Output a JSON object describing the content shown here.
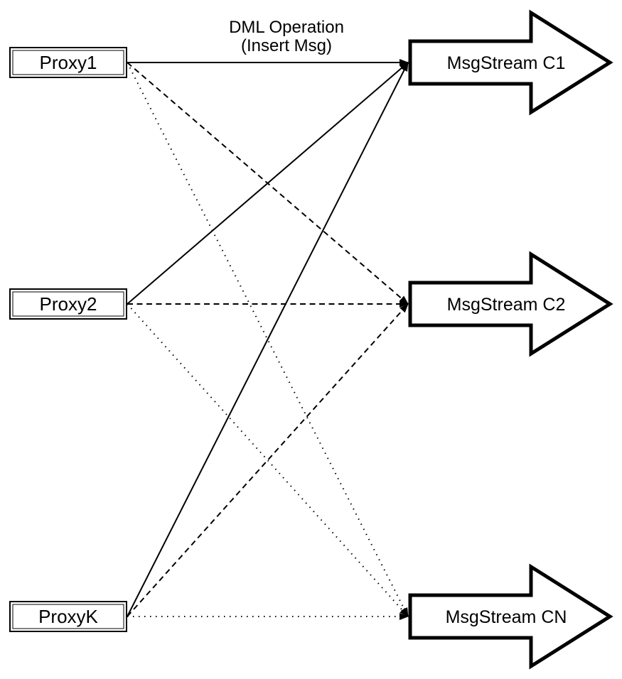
{
  "canvas": {
    "background_color": "#ffffff",
    "ink_color": "#000000"
  },
  "annotation": {
    "line1": "DML Operation",
    "line2": "(Insert Msg)"
  },
  "proxies": [
    {
      "id": "Proxy1",
      "label": "Proxy1"
    },
    {
      "id": "Proxy2",
      "label": "Proxy2"
    },
    {
      "id": "ProxyK",
      "label": "ProxyK"
    }
  ],
  "streams": [
    {
      "id": "C1",
      "label": "MsgStream C1"
    },
    {
      "id": "C2",
      "label": "MsgStream C2"
    },
    {
      "id": "CN",
      "label": "MsgStream CN"
    }
  ],
  "edges": [
    {
      "from": "Proxy1",
      "to": "C1",
      "style": "solid"
    },
    {
      "from": "Proxy2",
      "to": "C1",
      "style": "solid"
    },
    {
      "from": "ProxyK",
      "to": "C1",
      "style": "solid"
    },
    {
      "from": "Proxy1",
      "to": "C2",
      "style": "dashed"
    },
    {
      "from": "Proxy2",
      "to": "C2",
      "style": "dashed"
    },
    {
      "from": "ProxyK",
      "to": "C2",
      "style": "dashed"
    },
    {
      "from": "Proxy1",
      "to": "CN",
      "style": "dotted"
    },
    {
      "from": "Proxy2",
      "to": "CN",
      "style": "dotted"
    },
    {
      "from": "ProxyK",
      "to": "CN",
      "style": "dotted"
    }
  ]
}
